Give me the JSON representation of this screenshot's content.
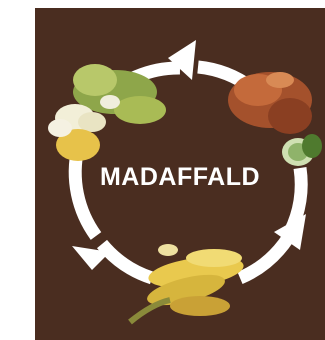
{
  "diagram": {
    "center_label": "MADAFFALD",
    "background_color": "#4a2d20",
    "ring_color": "#ffffff",
    "nodes": [
      {
        "name": "vegetable-scraps",
        "icon": "lettuce-and-cabbage-scraps-icon"
      },
      {
        "name": "meat-and-cucumber",
        "icon": "cooked-meat-and-cucumber-icon"
      },
      {
        "name": "banana-peels",
        "icon": "banana-peel-scraps-icon"
      }
    ]
  }
}
